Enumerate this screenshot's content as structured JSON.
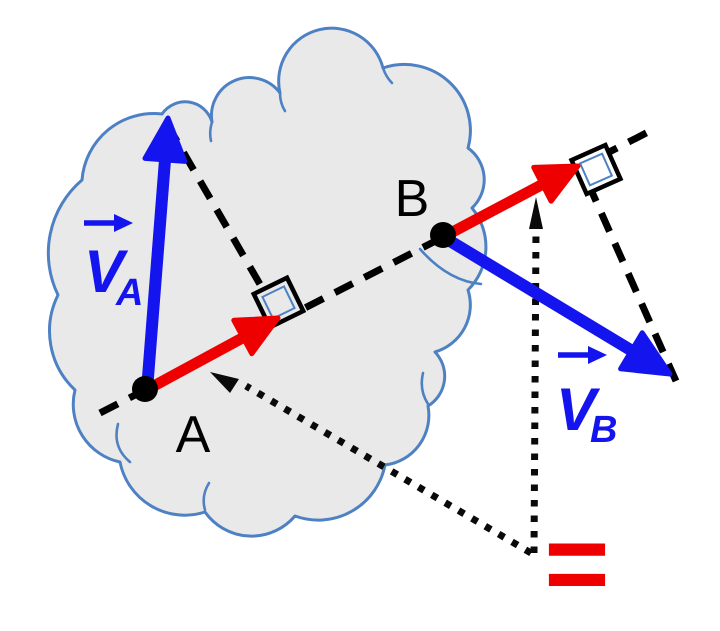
{
  "diagram": {
    "description_type": "rigid-body-velocity-diagram",
    "points": {
      "a_label": "A",
      "b_label": "B"
    },
    "vector_a": {
      "symbol": "V",
      "subscript": "A"
    },
    "vector_b": {
      "symbol": "V",
      "subscript": "B"
    },
    "equals_symbol": "=",
    "colors": {
      "velocity_blue": "#1414EE",
      "component_red": "#EE0000",
      "cloud_fill": "#E9E9E9",
      "cloud_outline": "#4E81C4",
      "construction_black": "#000000"
    }
  }
}
